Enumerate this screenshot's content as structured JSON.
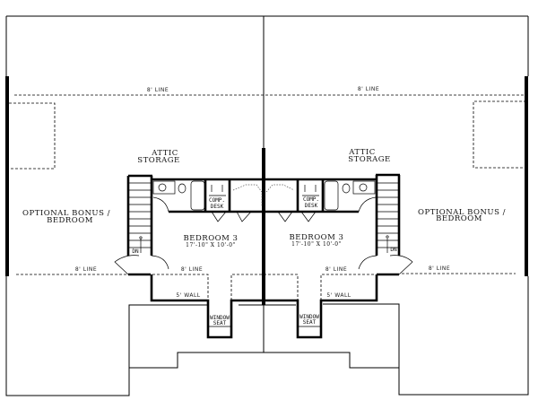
{
  "plan": {
    "title": "Duplex upper floor plan",
    "units": [
      {
        "side": "left",
        "attic_label_1": "ATTIC",
        "attic_label_2": "STORAGE",
        "bonus_label_1": "OPTIONAL BONUS /",
        "bonus_label_2": "BEDROOM",
        "bedroom_label": "BEDROOM 3",
        "bedroom_dims": "17'-10\" X 10'-0\"",
        "desk_label_1": "COMP.",
        "desk_label_2": "DESK",
        "window_seat_1": "WINDOW",
        "window_seat_2": "SEAT",
        "stair_label": "DN",
        "upper_line": "8' LINE",
        "bonus_line": "8' LINE",
        "bedroom_line": "8' LINE",
        "wall_note": "5' WALL"
      },
      {
        "side": "right",
        "attic_label_1": "ATTIC",
        "attic_label_2": "STORAGE",
        "bonus_label_1": "OPTIONAL BONUS /",
        "bonus_label_2": "BEDROOM",
        "bedroom_label": "BEDROOM 3",
        "bedroom_dims": "17'-10\" X 10'-0\"",
        "desk_label_1": "COMP.",
        "desk_label_2": "DESK",
        "window_seat_1": "WINDOW",
        "window_seat_2": "SEAT",
        "stair_label": "DN",
        "upper_line": "8' LINE",
        "bonus_line": "8' LINE",
        "bedroom_line": "8' LINE",
        "wall_note": "5' WALL"
      }
    ]
  }
}
